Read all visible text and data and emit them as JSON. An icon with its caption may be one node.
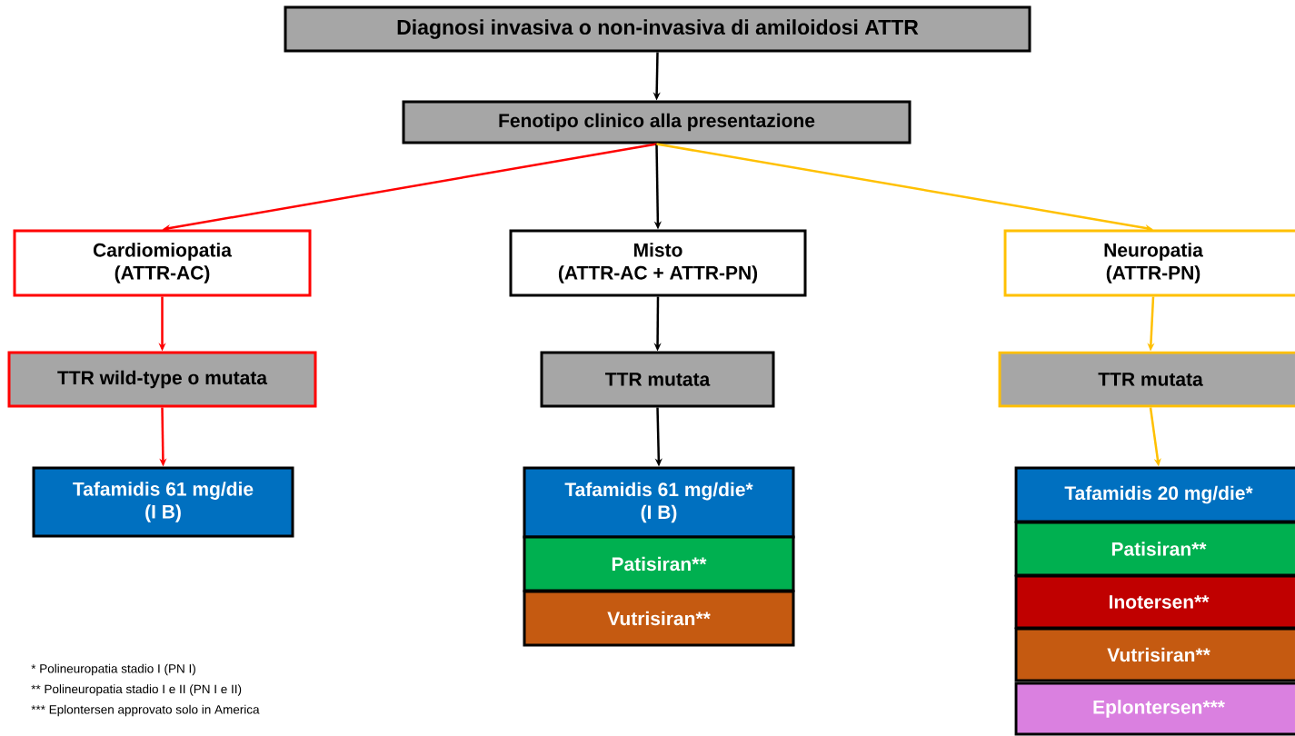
{
  "diagram": {
    "nodes": [
      {
        "text": [
          "Diagnosi invasiva o non-invasiva di amiloidosi ATTR"
        ]
      },
      {
        "text": [
          "Fenotipo clinico alla presentazione"
        ]
      },
      {
        "text": [
          "Cardiomiopatia",
          "(ATTR-AC)"
        ]
      },
      {
        "text": [
          "Misto",
          "(ATTR-AC + ATTR-PN)"
        ]
      },
      {
        "text": [
          "Neuropatia",
          "(ATTR-PN)"
        ]
      },
      {
        "text": [
          "TTR wild-type o mutata"
        ]
      },
      {
        "text": [
          "TTR mutata"
        ]
      },
      {
        "text": [
          "TTR mutata"
        ]
      },
      {
        "text": [
          "Tafamidis 61 mg/die",
          "(I B)"
        ]
      },
      {
        "text": [
          "Tafamidis 61 mg/die*",
          "(I B)"
        ]
      },
      {
        "text": [
          "Patisiran**"
        ]
      },
      {
        "text": [
          "Vutrisiran**"
        ]
      },
      {
        "text": [
          "Tafamidis 20 mg/die*"
        ]
      },
      {
        "text": [
          "Patisiran**"
        ]
      },
      {
        "text": [
          "Inotersen**"
        ]
      },
      {
        "text": [
          "Vutrisiran**"
        ]
      },
      {
        "text": [
          "Eplontersen***"
        ]
      }
    ],
    "edges": [
      {
        "from": 0,
        "to": 1,
        "arrow": "to"
      },
      {
        "from": 1,
        "to": 2,
        "arrow": "to",
        "color": "#ff0000"
      },
      {
        "from": 1,
        "to": 3,
        "arrow": "to"
      },
      {
        "from": 1,
        "to": 4,
        "arrow": "to",
        "color": "#ffc000"
      },
      {
        "from": 2,
        "to": 5,
        "arrow": "to",
        "color": "#ff0000"
      },
      {
        "from": 3,
        "to": 6,
        "arrow": "to"
      },
      {
        "from": 4,
        "to": 7,
        "arrow": "to",
        "color": "#ffc000"
      },
      {
        "from": 5,
        "to": 8,
        "arrow": "to",
        "color": "#ff0000"
      },
      {
        "from": 6,
        "to": 9,
        "arrow": "to"
      },
      {
        "from": 7,
        "to": 12,
        "arrow": "to",
        "color": "#ffc000"
      }
    ],
    "labels": [
      "* Polineuropatia stadio I (PN I)",
      "** Polineuropatia stadio I e II (PN I e II)",
      "*** Eplontersen approvato solo in America"
    ]
  }
}
